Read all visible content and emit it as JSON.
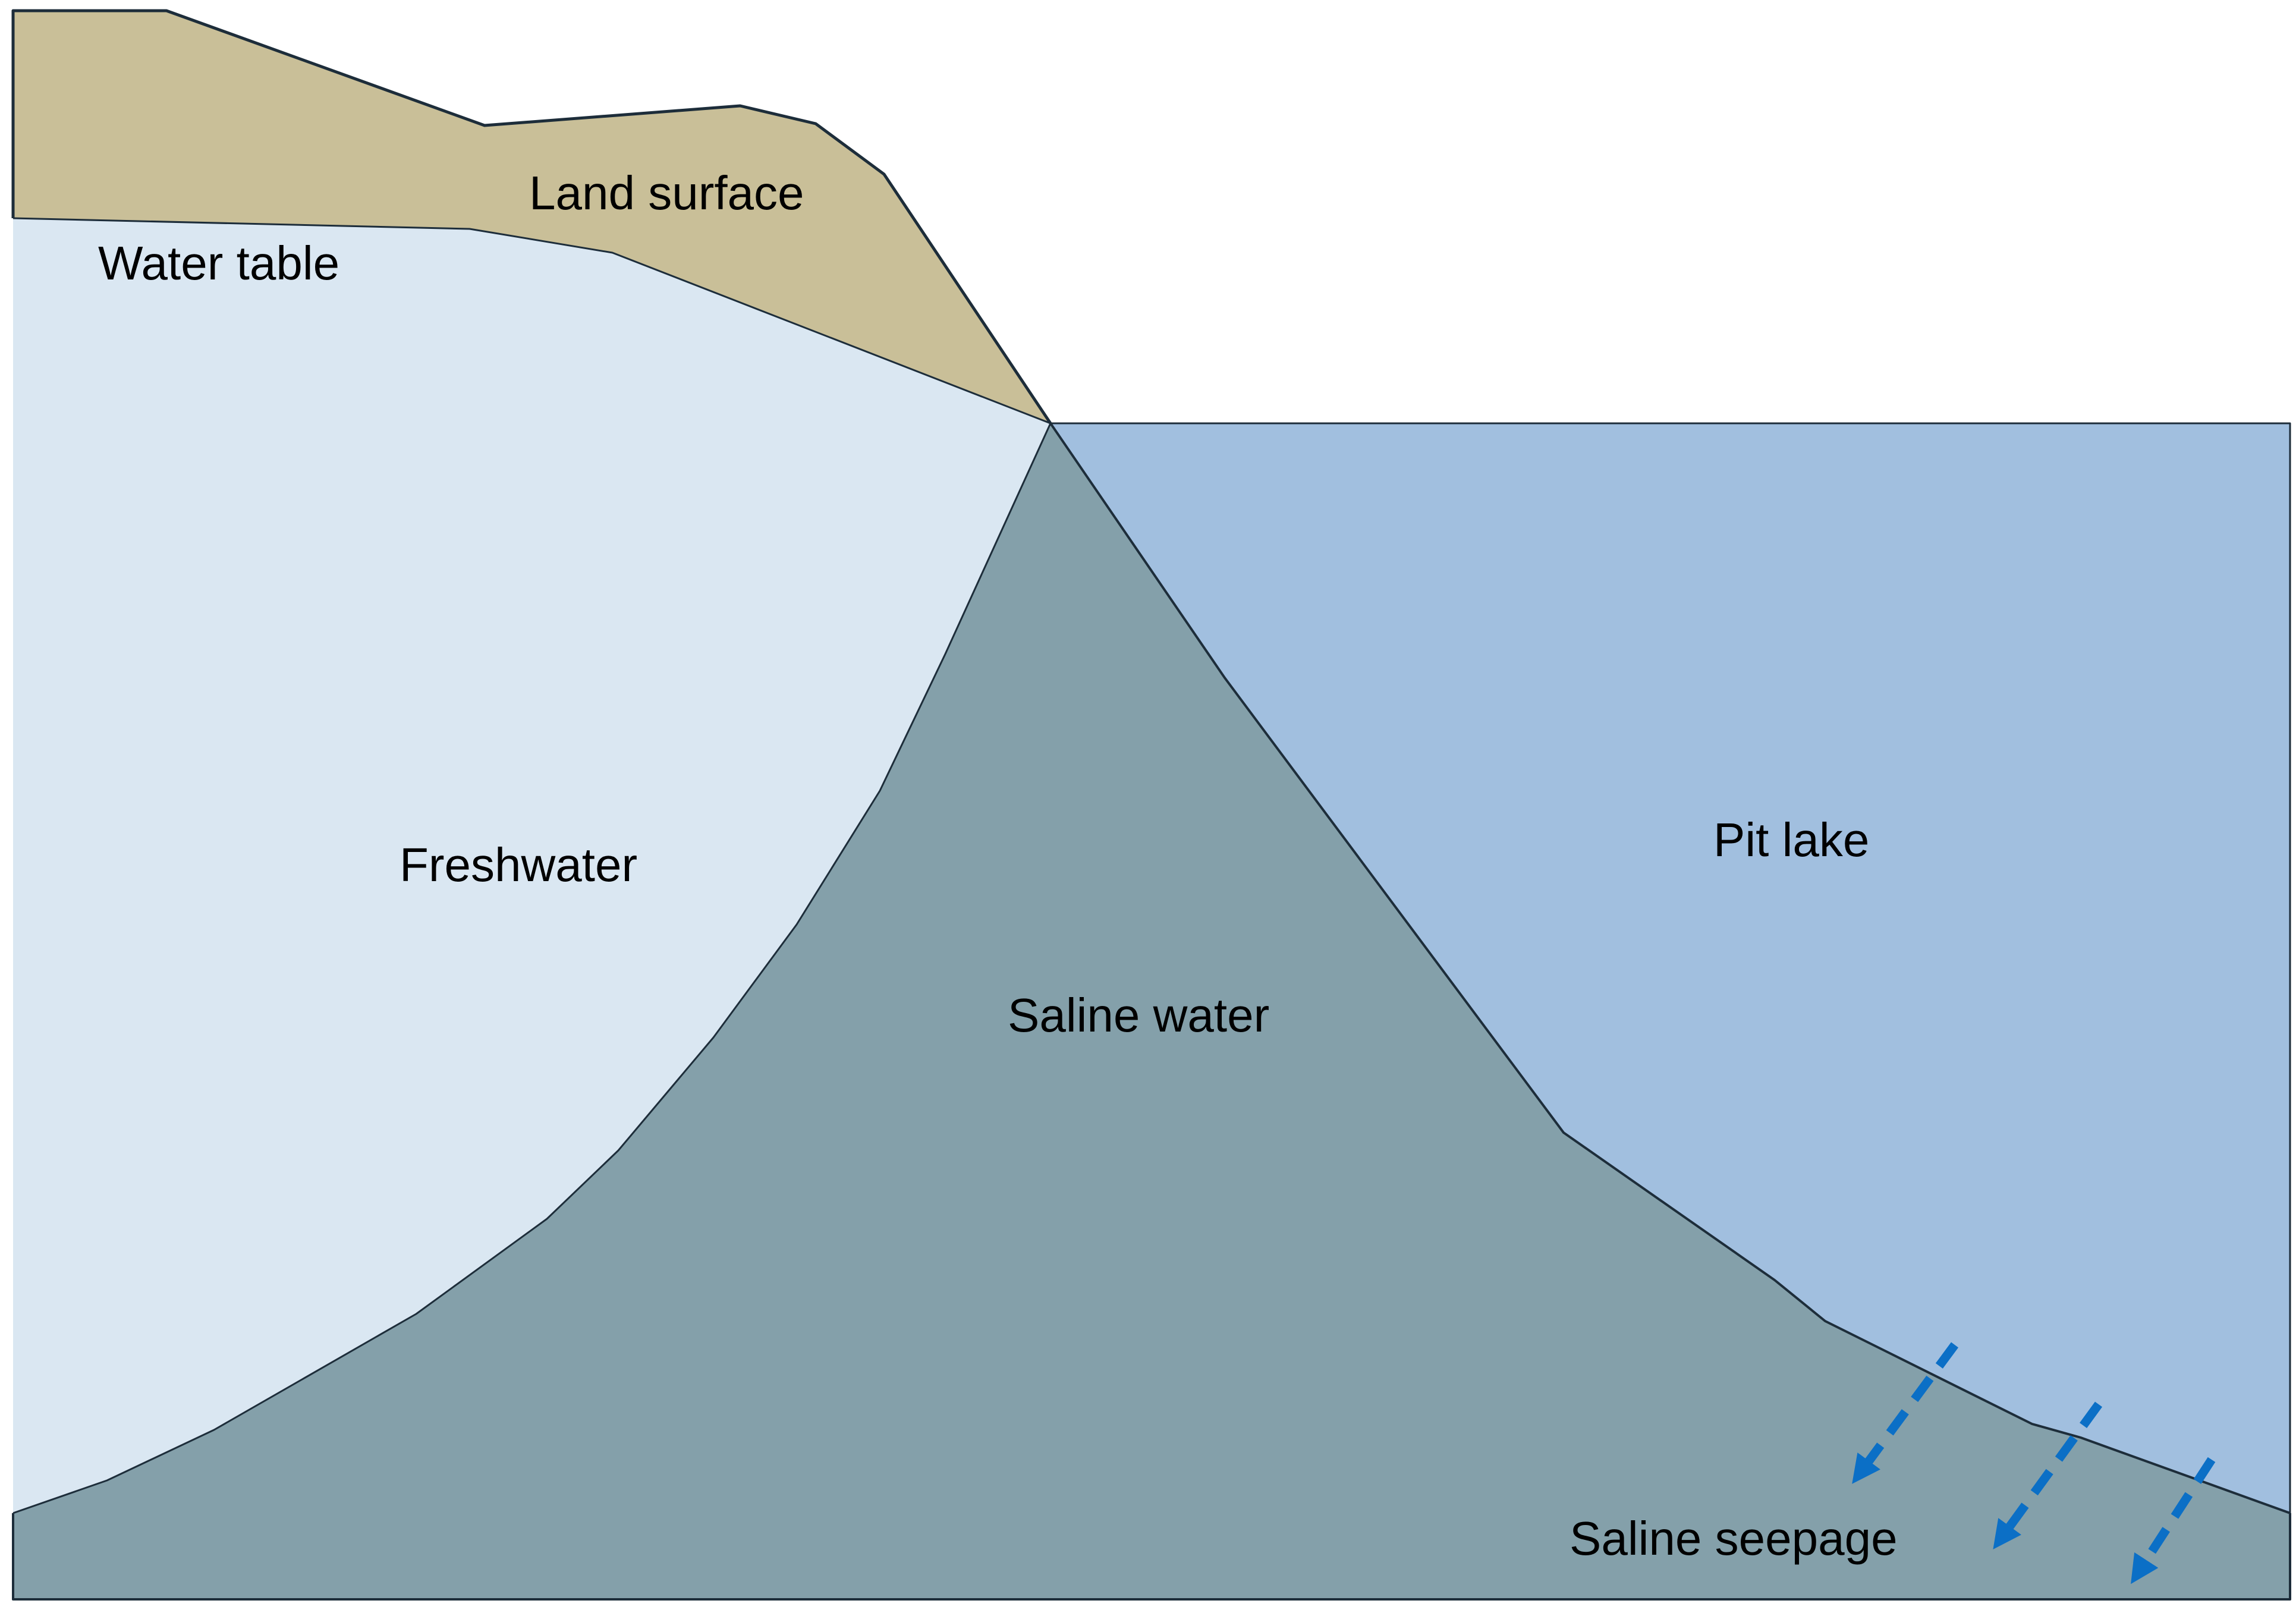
{
  "labels": {
    "land_surface": "Land surface",
    "water_table": "Water table",
    "freshwater": "Freshwater",
    "pit_lake": "Pit lake",
    "saline_water": "Saline water",
    "saline_seepage": "Saline seepage"
  },
  "colors": {
    "land": "#c9bf98",
    "freshwater": "#dae7f2",
    "pit_lake": "#a1bfdf",
    "saline_water": "#84a0aa",
    "arrow": "#0b6fc6",
    "outline": "#1d2d3a"
  },
  "icons": {
    "seepage_arrow": "dashed-arrow-down-left"
  }
}
